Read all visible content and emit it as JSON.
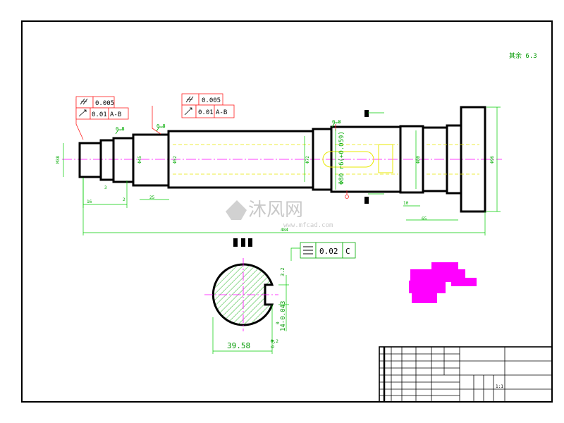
{
  "drawing": {
    "roughness_note": "其余 6.3",
    "watermark_cn": "沐风网",
    "watermark_url": "www.mfcad.com",
    "colors": {
      "outline": "#000000",
      "dimension": "#00cc00",
      "centerline": "#ff00ff",
      "hidden": "#e8e800",
      "leader": "#ff0000",
      "hatch": "#00aa00",
      "redline": "#ff2020",
      "blob": "#ff00ff"
    }
  },
  "tolerance_frames": [
    {
      "symbol": "cylindricity",
      "value": "0.005",
      "datum": ""
    },
    {
      "symbol": "runout",
      "value": "0.01",
      "datum": "A-B"
    },
    {
      "symbol": "cylindricity",
      "value": "0.005",
      "datum": ""
    },
    {
      "symbol": "runout",
      "value": "0.01",
      "datum": "A-B"
    },
    {
      "symbol": "symmetry",
      "value": "0.02",
      "datum": "C"
    }
  ],
  "labels": {
    "roughness_a": "0.8",
    "roughness_b": "0.8",
    "roughness_c": "0.8",
    "roughness_d": "3.2",
    "roughness_e": "6.3",
    "fit_main": "Φ80 r6(+0.059)",
    "section_width": "39.58",
    "section_key": "14-0.043",
    "section_key_upper": "0",
    "section_key_lower": "0.2"
  },
  "title_block": {
    "part_name": "",
    "material": "",
    "project": "",
    "drawing_no": "",
    "scale": "1:1"
  }
}
